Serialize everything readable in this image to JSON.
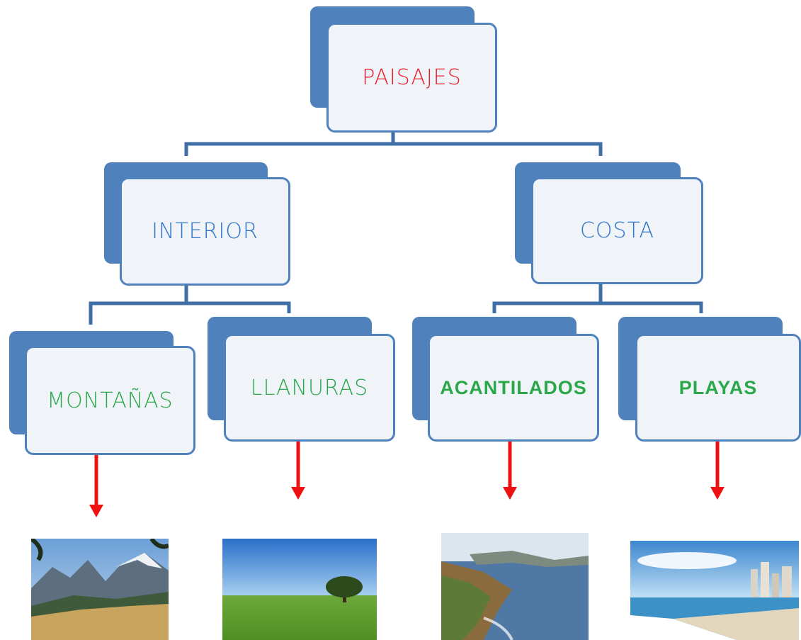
{
  "colors": {
    "connector": "#3f6fa6",
    "box": "#4f81bd",
    "box_fill": "#f0f4f9",
    "root_text": "#e8202a",
    "level1_text": "#2f74c9",
    "leaf_text": "#2ba84a",
    "arrow": "#ee1111"
  },
  "diagram": {
    "root": {
      "label": "PAISAJES"
    },
    "branches": [
      {
        "label": "INTERIOR",
        "children": [
          {
            "label": "MONTAÑAS",
            "image": "mountain-photo"
          },
          {
            "label": "LLANURAS",
            "image": "plain-photo"
          }
        ]
      },
      {
        "label": "COSTA",
        "children": [
          {
            "label": "ACANTILADOS",
            "image": "cliff-photo"
          },
          {
            "label": "PLAYAS",
            "image": "beach-photo"
          }
        ]
      }
    ]
  }
}
